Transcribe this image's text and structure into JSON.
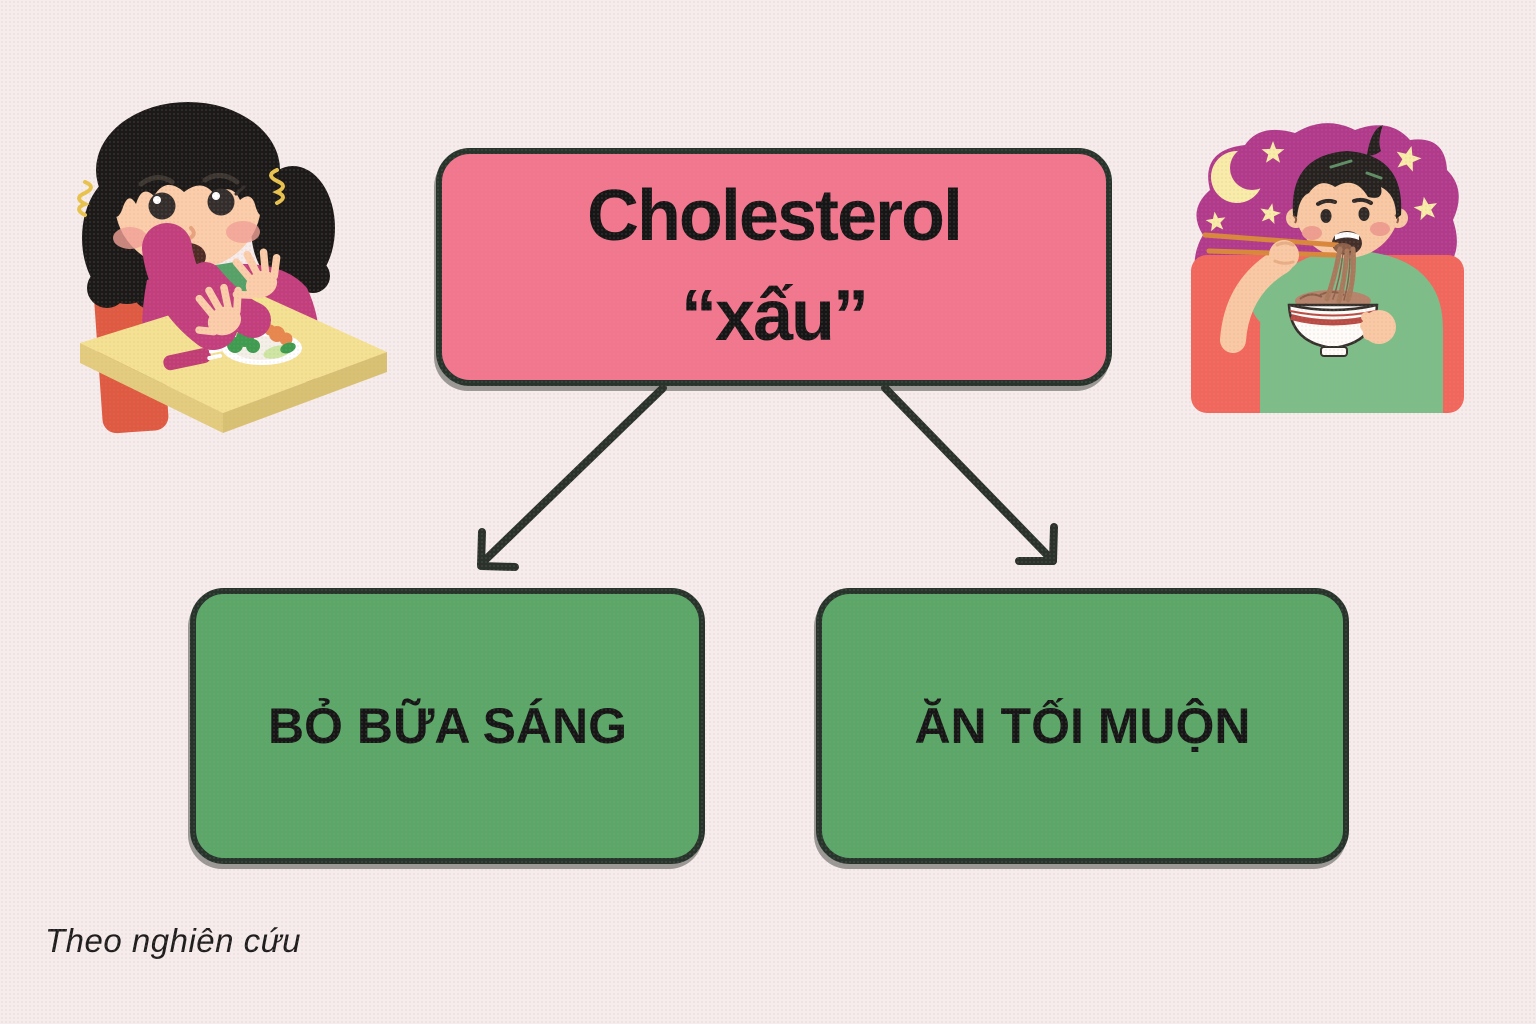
{
  "page": {
    "background_color": "#f6eceb",
    "border_color": "#27342c",
    "arrow_color": "#2a332b"
  },
  "root_box": {
    "line1": "Cholesterol",
    "line2": "“xấu”",
    "fill": "#f2778e"
  },
  "child_boxes": [
    {
      "label": "BỎ BỮA SÁNG",
      "fill": "#5ba768"
    },
    {
      "label": "ĂN TỐI MUỘN",
      "fill": "#5ba768"
    }
  ],
  "footnote": "Theo nghiên cứu",
  "illustrations": [
    {
      "name": "girl-refusing-vegetables",
      "colors": {
        "shirt": "#c23e7c",
        "apron": "#55a267",
        "table": "#f5e192",
        "chair": "#df5a40"
      }
    },
    {
      "name": "boy-eating-noodles-at-night",
      "colors": {
        "night_cloud": "#b13a8c",
        "moon_stars": "#f8eca8",
        "couch": "#f2675c",
        "shirt": "#7cbd88"
      }
    }
  ]
}
